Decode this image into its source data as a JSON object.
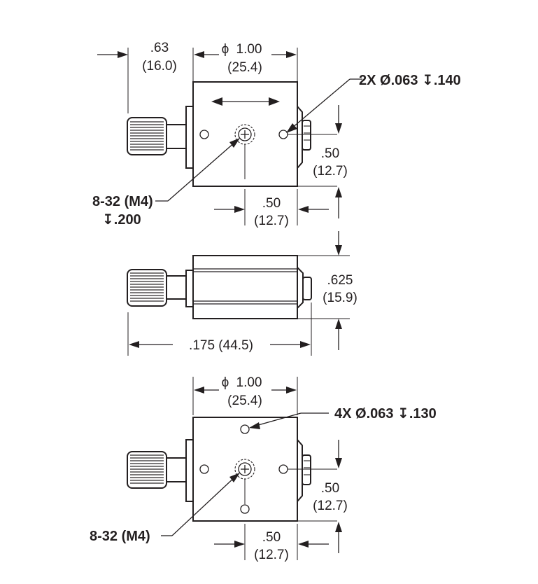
{
  "top_view": {
    "offset_in": ".63",
    "offset_mm": "(16.0)",
    "width_in": "1.00",
    "width_mm": "(25.4)",
    "hole_callout": "2X Ø.063 ↧.140",
    "height_in": ".50",
    "height_mm": "(12.7)",
    "center_in": ".50",
    "center_mm": "(12.7)",
    "thread_callout_line1": "8-32 (M4)",
    "thread_callout_line2": "↧.200"
  },
  "side_view": {
    "height_in": ".625",
    "height_mm": "(15.9)",
    "length_label": ".175 (44.5)"
  },
  "bottom_view": {
    "width_in": "1.00",
    "width_mm": "(25.4)",
    "hole_callout": "4X Ø.063 ↧.130",
    "height_in": ".50",
    "height_mm": "(12.7)",
    "center_in": ".50",
    "center_mm": "(12.7)",
    "thread_callout": "8-32 (M4)"
  },
  "symbols": {
    "diameter": "ϕ"
  }
}
